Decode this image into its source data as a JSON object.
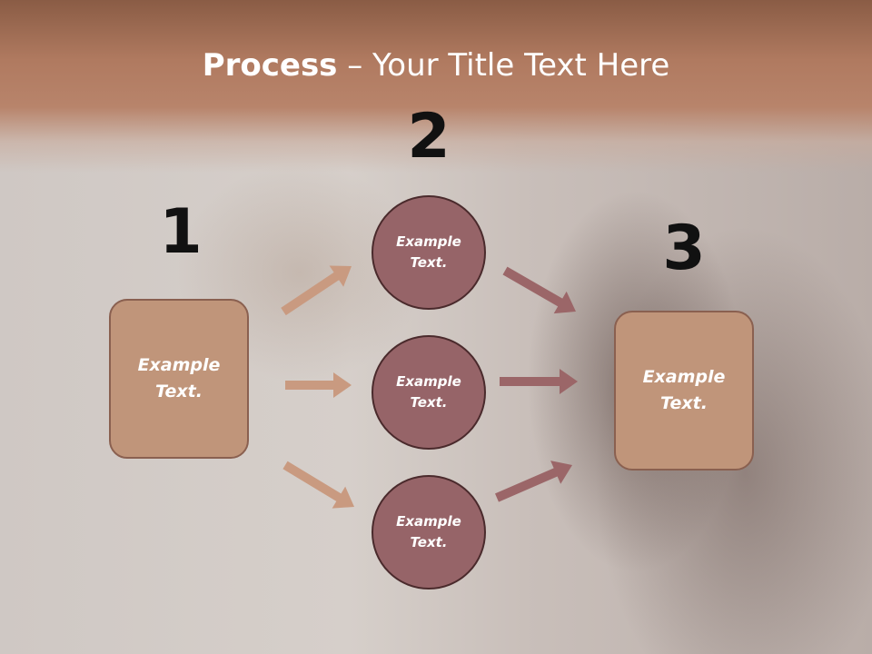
{
  "title": {
    "bold": "Process",
    "rest": " – Your Title Text Here"
  },
  "steps": [
    {
      "number": "1",
      "text": "Example\nText."
    },
    {
      "number": "2",
      "circles": [
        "Example\nText.",
        "Example\nText.",
        "Example\nText."
      ]
    },
    {
      "number": "3",
      "text": "Example\nText."
    }
  ],
  "colors": {
    "box_fill": "#c0957a",
    "circle_fill": "#966468",
    "arrow_left": "#c99a80",
    "arrow_right": "#9b6668"
  }
}
